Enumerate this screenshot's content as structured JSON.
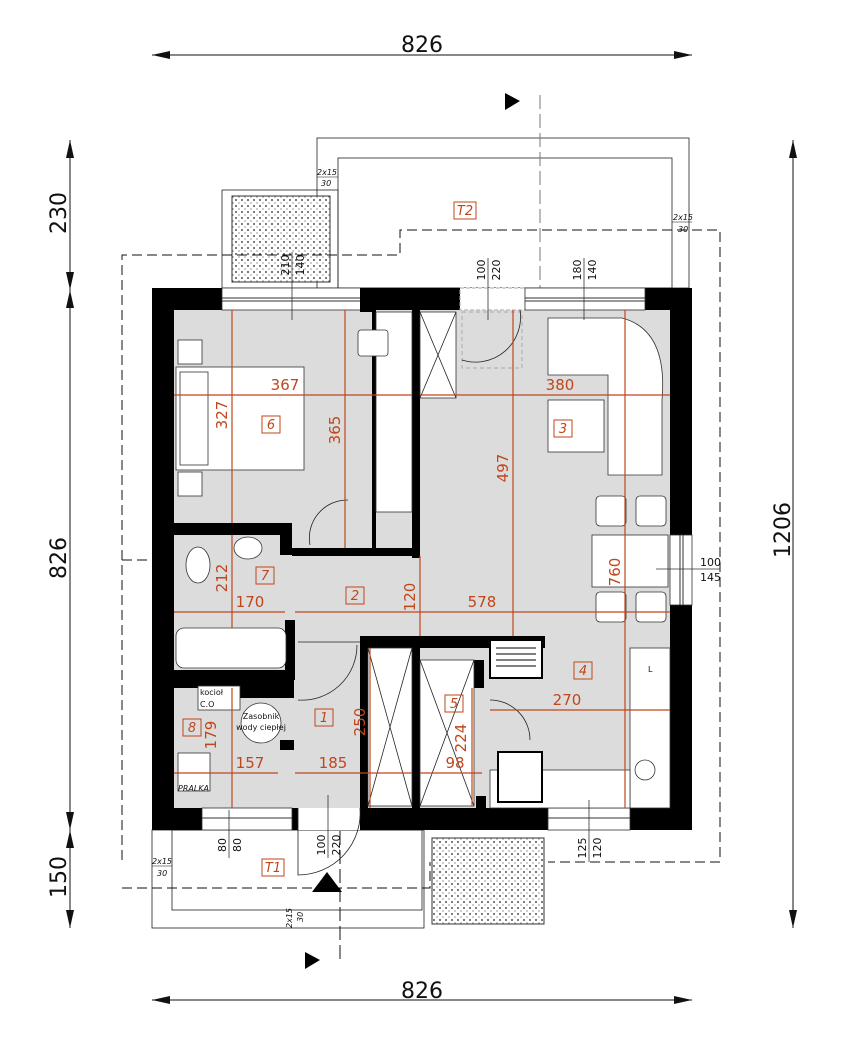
{
  "outer_dims": {
    "top": "826",
    "bottom": "826",
    "left_top": "230",
    "left_mid": "826",
    "left_bottom": "150",
    "right": "1206"
  },
  "rooms": {
    "r1": "1",
    "r2": "2",
    "r3": "3",
    "r4": "4",
    "r5": "5",
    "r6": "6",
    "r7": "7",
    "r8": "8",
    "t1": "T1",
    "t2": "T2"
  },
  "interior_dims": {
    "d367": "367",
    "d380": "380",
    "d327": "327",
    "d365": "365",
    "d497": "497",
    "d760": "760",
    "d212": "212",
    "d170": "170",
    "d120": "120",
    "d578": "578",
    "d270": "270",
    "d224": "224",
    "d250": "250",
    "d179": "179",
    "d157": "157",
    "d185": "185",
    "d98": "98"
  },
  "openings": {
    "w_bed_a": "210",
    "w_bed_b": "140",
    "d_terr_a": "100",
    "d_terr_b": "220",
    "w_liv_a": "180",
    "w_liv_b": "140",
    "w_right_a": "100",
    "w_right_b": "145",
    "w_boil_a": "80",
    "w_boil_b": "80",
    "d_entr_a": "100",
    "d_entr_b": "220",
    "w_kit_a": "125",
    "w_kit_b": "120"
  },
  "steps": {
    "top": "2x15",
    "top_b": "30",
    "right": "2x15",
    "right_b": "30",
    "left": "2x15",
    "left_b": "30",
    "bottom": "2x15",
    "bottom_b": "30"
  },
  "fixtures": {
    "boiler_a": "kocioł",
    "boiler_b": "C.O",
    "tank_a": "Zasobnik",
    "tank_b": "wody ciepłej",
    "washer": "PRALKA",
    "fridge": "L"
  }
}
